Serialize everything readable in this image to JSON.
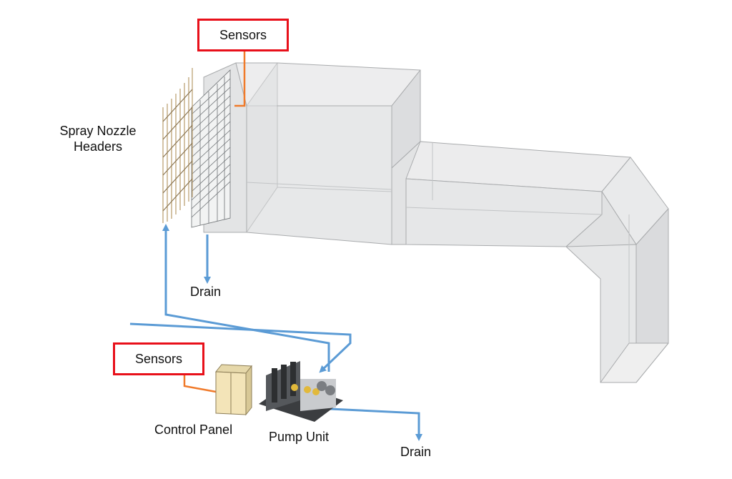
{
  "labels": {
    "sensors_top": "Sensors",
    "sensors_bottom": "Sensors",
    "spray_line1": "Spray Nozzle",
    "spray_line2": "Headers",
    "drain_top": "Drain",
    "drain_bottom": "Drain",
    "control_panel": "Control Panel",
    "pump_unit": "Pump Unit"
  },
  "colors": {
    "sensor_box_border": "#e8101a",
    "sensor_line": "#f07a2a",
    "water_line": "#5b9bd5",
    "duct_fill": "#e9e9ea",
    "duct_edge": "#a9abad",
    "panel_fill": "#f3e4b8"
  }
}
